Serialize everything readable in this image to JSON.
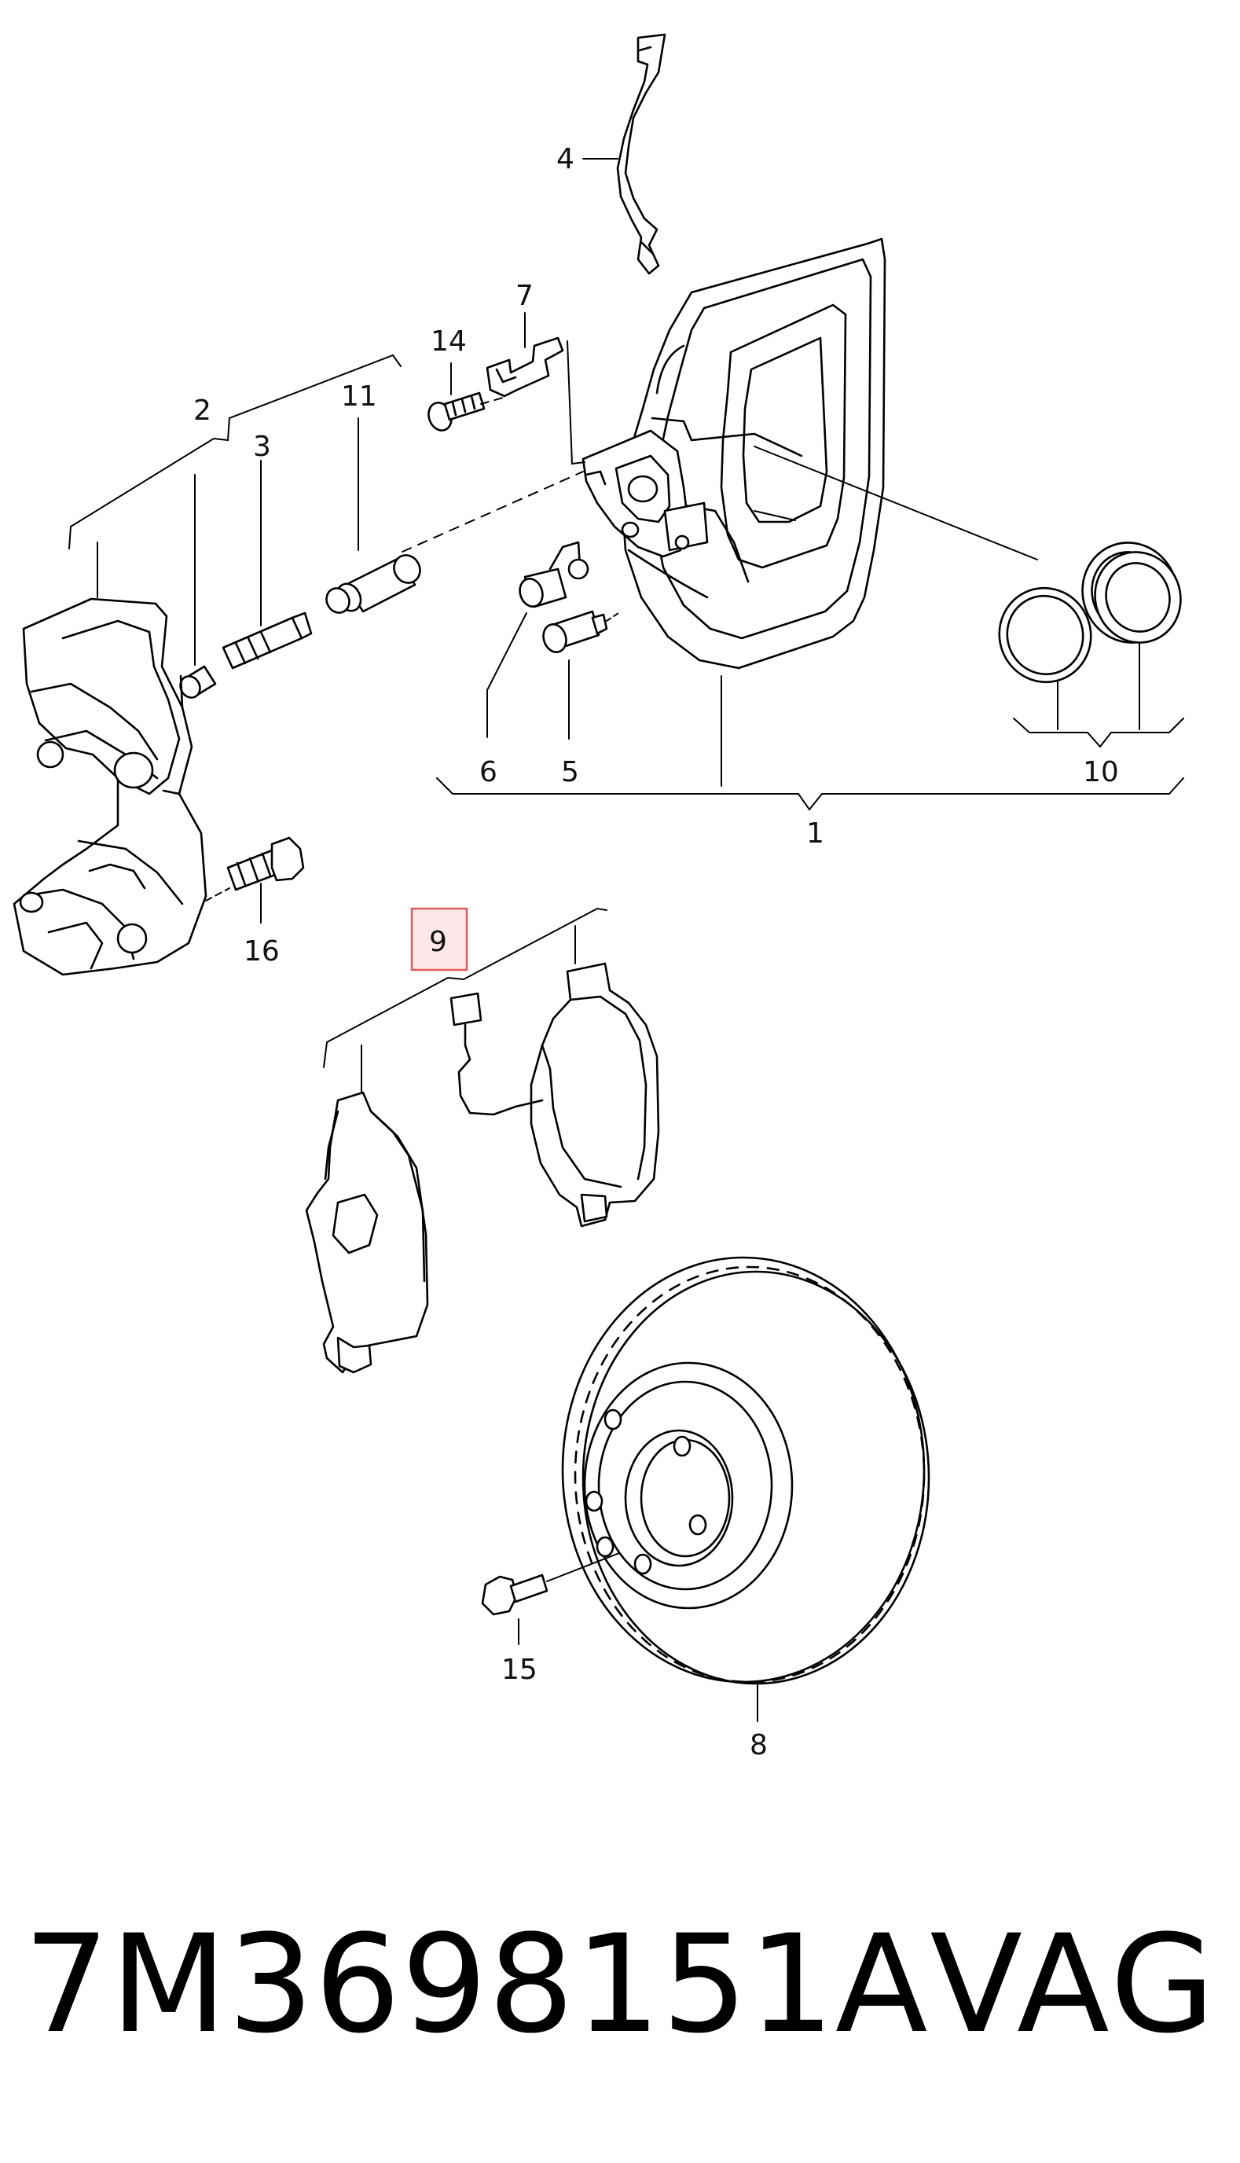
{
  "diagram": {
    "callouts": {
      "c1": "1",
      "c2": "2",
      "c3": "3",
      "c4": "4",
      "c5": "5",
      "c6": "6",
      "c7": "7",
      "c8": "8",
      "c9": "9",
      "c10": "10",
      "c11": "11",
      "c14": "14",
      "c15": "15",
      "c16": "16"
    },
    "highlighted_callout": "9"
  },
  "footer": {
    "part_number": "7M3698151A",
    "brand": "VAG"
  },
  "colors": {
    "highlight_fill": "#f7d4d4",
    "highlight_border": "#e25b5b",
    "line": "#000000"
  }
}
